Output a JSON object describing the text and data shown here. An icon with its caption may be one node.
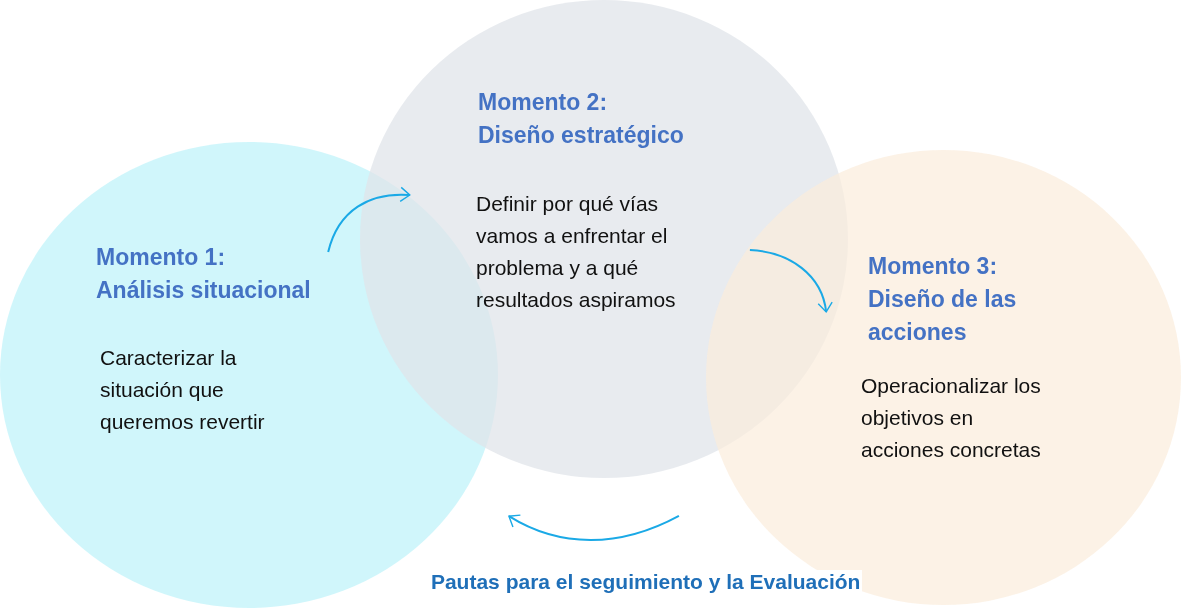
{
  "diagram": {
    "nodes": [
      {
        "text": [
          "Momento 1: Análisis situacional",
          "Caracterizar la situación que queremos revertir"
        ]
      },
      {
        "text": [
          "Momento 2: Diseño estratégico",
          "Definir por qué vías vamos a enfrentar el problema y a qué resultados aspiramos"
        ]
      },
      {
        "text": [
          "Momento 3: Diseño de las acciones",
          "Operacionalizar los objetivos en acciones concretas"
        ]
      }
    ],
    "edges": [
      {
        "from": 0,
        "to": 1,
        "arrow": "to"
      },
      {
        "from": 1,
        "to": 2,
        "arrow": "to"
      },
      {
        "from": 2,
        "to": 0,
        "arrow": "to",
        "label": "Pautas para el seguimiento y la Evaluación"
      }
    ]
  }
}
